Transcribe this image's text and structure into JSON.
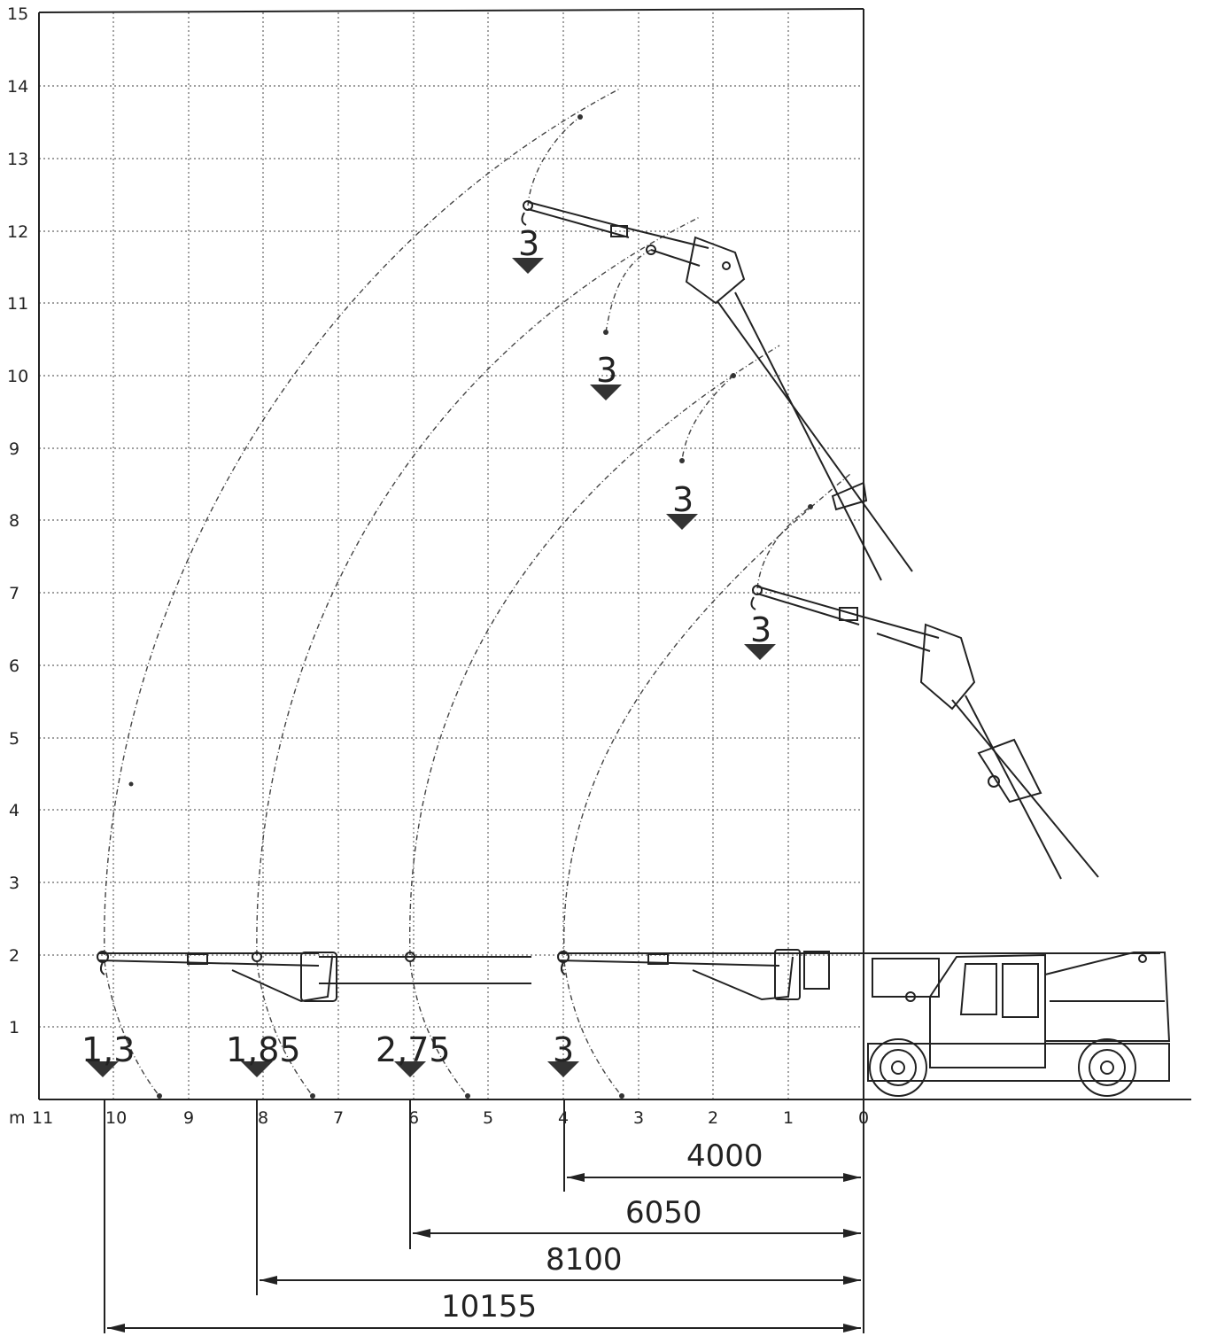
{
  "diagram": {
    "unit_label": "m",
    "y_ticks": [
      "15",
      "14",
      "13",
      "12",
      "11",
      "10",
      "9",
      "8",
      "7",
      "6",
      "5",
      "4",
      "3",
      "2",
      "1"
    ],
    "x_ticks": [
      "11",
      "10",
      "9",
      "8",
      "7",
      "6",
      "5",
      "4",
      "3",
      "2",
      "1",
      "0"
    ],
    "load_labels": [
      "1,3",
      "1,85",
      "2,75",
      "3"
    ],
    "upper_load_labels": [
      "3",
      "3",
      "3",
      "3"
    ],
    "dimensions": [
      "4000",
      "6050",
      "8100",
      "10155"
    ]
  }
}
